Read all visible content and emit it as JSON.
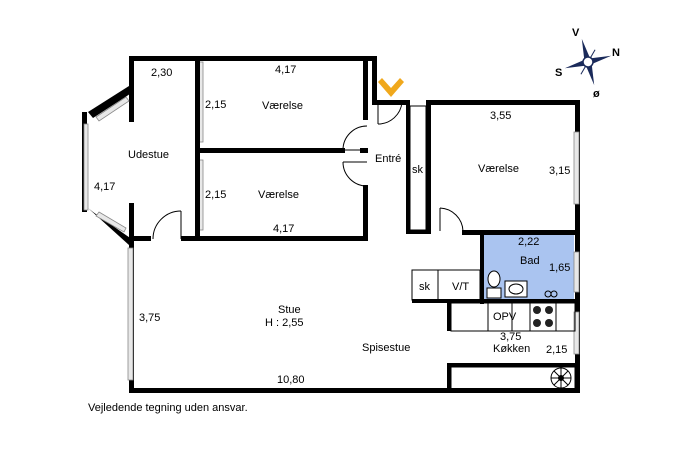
{
  "rooms": {
    "udestue": "Udestue",
    "vaerelse_top": "Værelse",
    "vaerelse_mid": "Værelse",
    "vaerelse_right": "Værelse",
    "entre": "Entré",
    "bad": "Bad",
    "stue": "Stue",
    "stue_height": "H : 2,55",
    "spisestue": "Spisestue",
    "koekken": "Køkken"
  },
  "fixtures": {
    "sk_entre": "sk",
    "sk_bath": "sk",
    "vt": "V/T",
    "opv": "OPV"
  },
  "dimensions": {
    "udestue_top": "2,30",
    "udestue_side": "4,17",
    "vaerelse_top_width": "4,17",
    "vaerelse_top_depth": "2,15",
    "vaerelse_mid_depth": "2,15",
    "vaerelse_mid_width": "4,17",
    "vaerelse_right_width": "3,55",
    "vaerelse_right_depth": "3,15",
    "bad_width": "2,22",
    "bad_depth": "1,65",
    "stue_depth": "3,75",
    "stue_width": "10,80",
    "koekken_width": "3,75",
    "koekken_depth": "2,15"
  },
  "compass": {
    "n": "N",
    "s": "S",
    "v": "V",
    "o": "ø"
  },
  "disclaimer": "Vejledende tegning uden ansvar.",
  "colors": {
    "bath": "#aac4f0",
    "entrance_marker": "#f0a81c",
    "compass": "#1a2a5a"
  }
}
